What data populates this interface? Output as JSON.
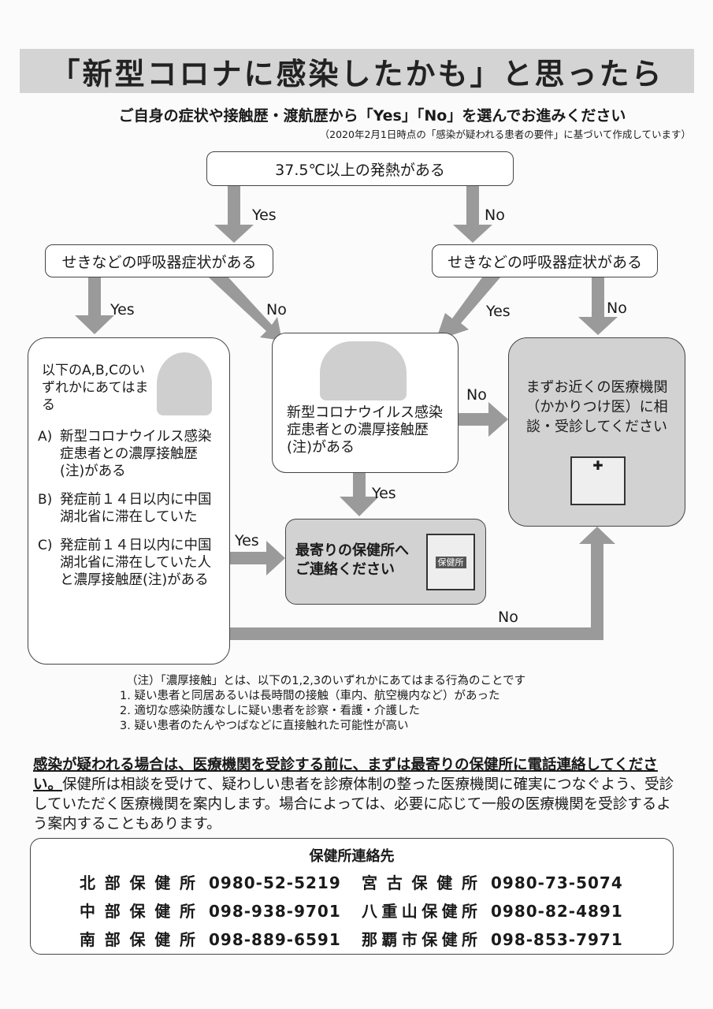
{
  "title": "「新型コロナに感染したかも」と思ったら",
  "subtitle": "ご自身の症状や接触歴・渡航歴から「Yes」「No」を選んでお進みください",
  "basis_note": "（2020年2月1日時点の「感染が疑われる患者の要件」に基づいて作成しています）",
  "flow": {
    "fever": "37.5℃以上の発熱がある",
    "resp_left": "せきなどの呼吸器症状がある",
    "resp_right": "せきなどの呼吸器症状がある",
    "abc_title": "以下のA,B,Cのいずれかにあてはまる",
    "abc": [
      {
        "key": "A)",
        "text": "新型コロナウイルス感染症患者との濃厚接触歴(注)がある"
      },
      {
        "key": "B)",
        "text": "発症前１４日以内に中国湖北省に滞在していた"
      },
      {
        "key": "C)",
        "text": "発症前１４日以内に中国湖北省に滞在していた人と濃厚接触歴(注)がある"
      }
    ],
    "contact_check": "新型コロナウイルス感染症患者との濃厚接触歴(注)がある",
    "clinic": "まずお近くの医療機関（かかりつけ医）に相談・受診してください",
    "health_center": "最寄りの保健所へご連絡ください",
    "health_center_sign": "保健所",
    "yes": "Yes",
    "no": "No"
  },
  "notes": {
    "header": "（注）「濃厚接触」とは、以下の1,2,3のいずれかにあてはまる行為のことです",
    "items": [
      "1.  疑い患者と同居あるいは長時間の接触（車内、航空機内など）があった",
      "2.  適切な感染防護なしに疑い患者を診察・看護・介護した",
      "3.  疑い患者のたんやつばなどに直接触れた可能性が高い"
    ]
  },
  "paragraph": {
    "emphasis": "感染が疑われる場合は、医療機関を受診する前に、まずは最寄りの保健所に電話連絡してください。",
    "body": "保健所は相談を受けて、疑わしい患者を診療体制の整った医療機関に確実につなぐよう、受診していただく医療機関を案内します。場合によっては、必要に応じて一般の医療機関を受診するよう案内することもあります。"
  },
  "contacts": {
    "header": "保健所連絡先",
    "list": [
      {
        "name": "北部保健所",
        "phone": "0980-52-5219"
      },
      {
        "name": "宮古保健所",
        "phone": "0980-73-5074"
      },
      {
        "name": "中部保健所",
        "phone": "098-938-9701"
      },
      {
        "name": "八重山保健所",
        "phone": "0980-82-4891"
      },
      {
        "name": "南部保健所",
        "phone": "098-889-6591"
      },
      {
        "name": "那覇市保健所",
        "phone": "098-853-7971"
      }
    ]
  }
}
